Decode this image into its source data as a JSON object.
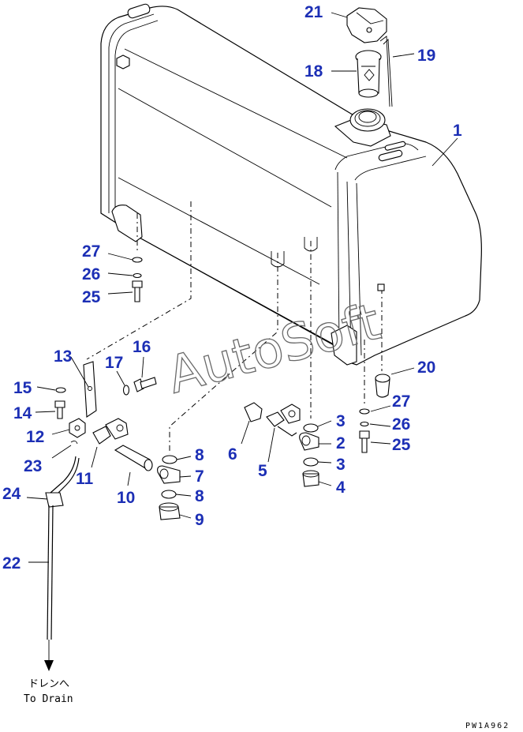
{
  "callouts": [
    "1",
    "2",
    "3",
    "3",
    "4",
    "5",
    "6",
    "7",
    "8",
    "8",
    "9",
    "10",
    "11",
    "12",
    "13",
    "14",
    "15",
    "16",
    "17",
    "18",
    "19",
    "20",
    "21",
    "22",
    "23",
    "24",
    "25",
    "25",
    "26",
    "26",
    "27",
    "27"
  ],
  "drain_label_jp": "ドレンへ",
  "drain_label_en": "To Drain",
  "drawing_code": "PW1A962",
  "watermark": "AutoSoft",
  "label_color": "#1c2fb5"
}
